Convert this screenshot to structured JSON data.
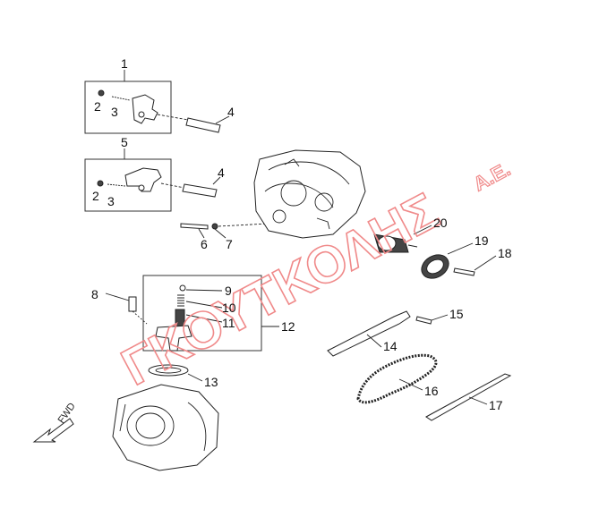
{
  "watermark": {
    "main": "ΓΚΟΥΤΚΟΛΗΣ",
    "suffix": "Α.Ε."
  },
  "direction_label": "FWD",
  "callouts": [
    "1",
    "2",
    "3",
    "4",
    "5",
    "2",
    "3",
    "4",
    "6",
    "7",
    "20",
    "19",
    "18",
    "8",
    "9",
    "10",
    "11",
    "12",
    "15",
    "14",
    "13",
    "16",
    "17"
  ],
  "colors": {
    "watermark": "#f08a8a",
    "line": "#222222"
  }
}
